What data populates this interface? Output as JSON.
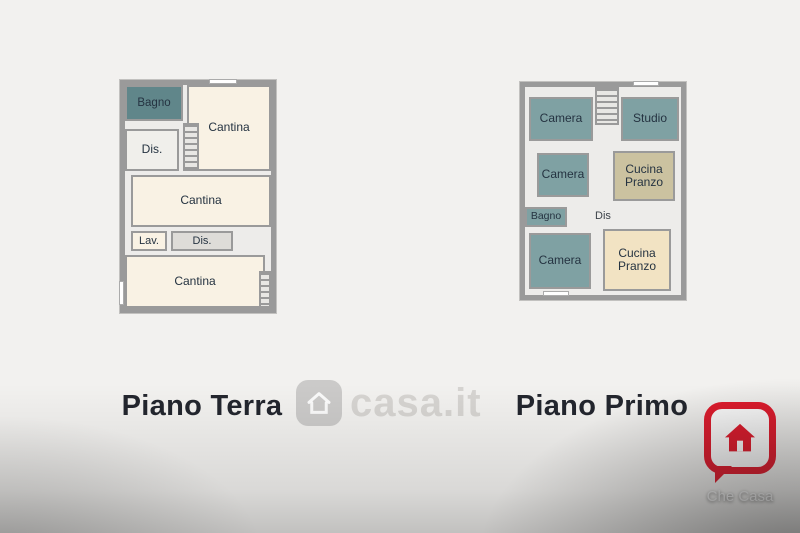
{
  "watermark": {
    "text": "casa.it",
    "icon": "house-icon"
  },
  "plans": {
    "terra": {
      "title": "Piano Terra",
      "rooms": {
        "bagno": "Bagno",
        "cantina_top": "Cantina",
        "dis": "Dis.",
        "cantina_mid": "Cantina",
        "lav": "Lav.",
        "dis2": "Dis.",
        "cantina_bottom": "Cantina"
      }
    },
    "primo": {
      "title": "Piano Primo",
      "rooms": {
        "camera_tl": "Camera",
        "studio": "Studio",
        "camera_ml": "Camera",
        "cucina_mr": "Cucina Pranzo",
        "bagno": "Bagno",
        "dis": "Dis",
        "camera_bl": "Camera",
        "cucina_br": "Cucina Pranzo"
      }
    }
  },
  "logo": {
    "brand": "Che Casa"
  },
  "colors": {
    "background": "#f2f1ef",
    "wall_gray": "#9a9a9a",
    "room_cream": "#f9f2e4",
    "room_teal": "#7fa1a3",
    "room_teal_dark": "#60868a",
    "room_khaki": "#cbc2a0",
    "room_tan": "#f2e3c3",
    "watermark_gray": "#d6d4d1",
    "brand_red": "#e21a2c"
  }
}
